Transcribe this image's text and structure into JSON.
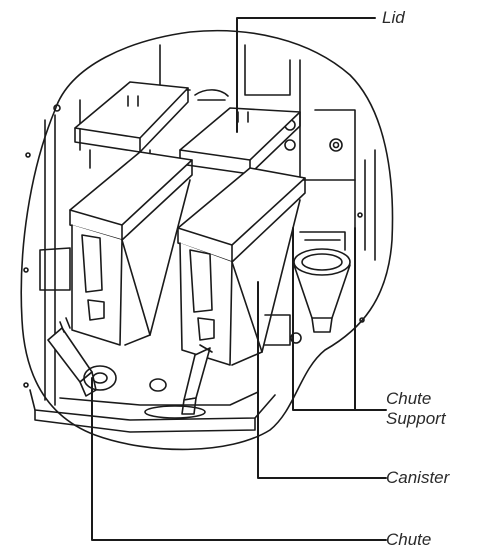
{
  "labels": {
    "lid": "Lid",
    "chute_support_line1": "Chute",
    "chute_support_line2": "Support",
    "canister": "Canister",
    "chute": "Chute"
  },
  "colors": {
    "line": "#1a1a1a",
    "fill": "#ffffff",
    "shade": "#e6e6e6",
    "text": "#2a2a2a"
  }
}
